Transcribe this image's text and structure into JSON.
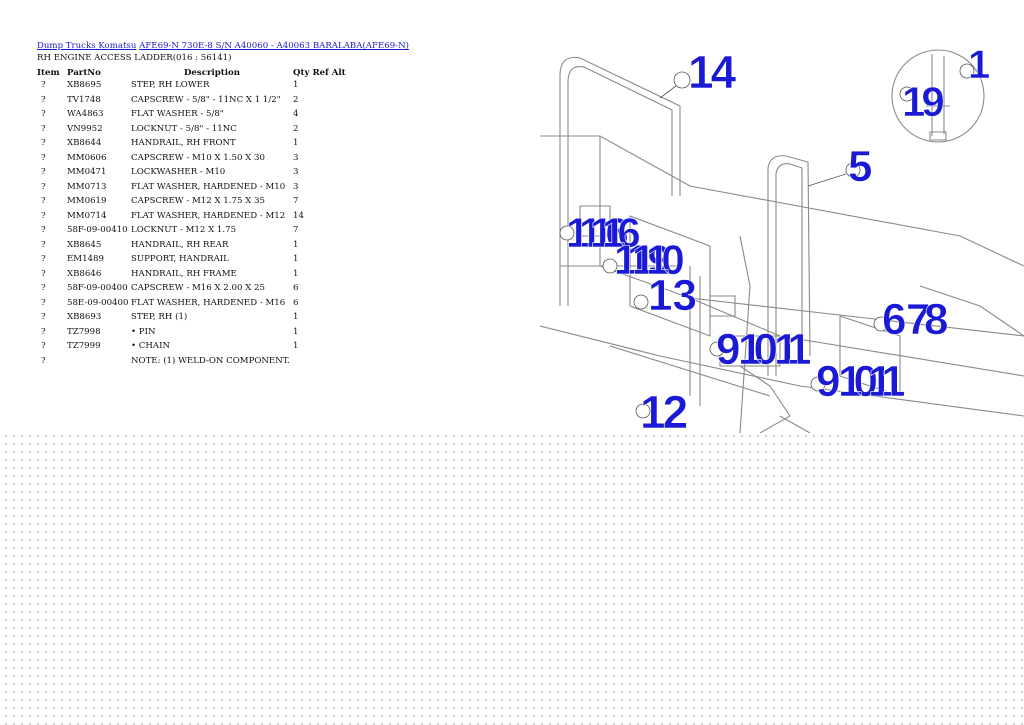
{
  "breadcrumb": {
    "link1": "Dump Trucks Komatsu",
    "link2": "AFE69-N 730E-8 S/N A40060 - A40063 BARALABA(AFE69-N)"
  },
  "subtitle": "RH ENGINE ACCESS LADDER(016 : 56141)",
  "table": {
    "headers": {
      "item": "Item",
      "partno": "PartNo",
      "description": "Description",
      "qty_ref_alt": "Qty Ref Alt"
    },
    "rows": [
      {
        "item": "?",
        "partno": "XB8695",
        "description": "STEP, RH LOWER",
        "qty": "1"
      },
      {
        "item": "?",
        "partno": "TV1748",
        "description": "CAPSCREW - 5/8\" - 11NC X 1 1/2\"",
        "qty": "2"
      },
      {
        "item": "?",
        "partno": "WA4863",
        "description": "FLAT WASHER - 5/8\"",
        "qty": "4"
      },
      {
        "item": "?",
        "partno": "VN9952",
        "description": "LOCKNUT - 5/8\" - 11NC",
        "qty": "2"
      },
      {
        "item": "?",
        "partno": "XB8644",
        "description": "HANDRAIL, RH FRONT",
        "qty": "1"
      },
      {
        "item": "?",
        "partno": "MM0606",
        "description": "CAPSCREW - M10 X 1.50 X 30",
        "qty": "3"
      },
      {
        "item": "?",
        "partno": "MM0471",
        "description": "LOCKWASHER - M10",
        "qty": "3"
      },
      {
        "item": "?",
        "partno": "MM0713",
        "description": "FLAT WASHER, HARDENED - M10",
        "qty": "3"
      },
      {
        "item": "?",
        "partno": "MM0619",
        "description": "CAPSCREW - M12 X 1.75 X 35",
        "qty": "7"
      },
      {
        "item": "?",
        "partno": "MM0714",
        "description": "FLAT WASHER, HARDENED - M12",
        "qty": "14"
      },
      {
        "item": "?",
        "partno": "58F-09-00410",
        "description": "LOCKNUT - M12 X 1.75",
        "qty": "7"
      },
      {
        "item": "?",
        "partno": "XB8645",
        "description": "HANDRAIL, RH REAR",
        "qty": "1"
      },
      {
        "item": "?",
        "partno": "EM1489",
        "description": "SUPPORT, HANDRAIL",
        "qty": "1"
      },
      {
        "item": "?",
        "partno": "XB8646",
        "description": "HANDRAIL, RH FRAME",
        "qty": "1"
      },
      {
        "item": "?",
        "partno": "58F-09-00400",
        "description": "CAPSCREW - M16 X 2.00 X 25",
        "qty": "6"
      },
      {
        "item": "?",
        "partno": "58E-09-00400",
        "description": "FLAT WASHER, HARDENED - M16",
        "qty": "6"
      },
      {
        "item": "?",
        "partno": "XB8693",
        "description": "STEP, RH (1)",
        "qty": "1"
      },
      {
        "item": "?",
        "partno": "TZ7998",
        "description": "• PIN",
        "qty": "1"
      },
      {
        "item": "?",
        "partno": "TZ7999",
        "description": "• CHAIN",
        "qty": "1"
      },
      {
        "item": "?",
        "partno": "",
        "description": "NOTE: (1) WELD-ON COMPONENT.",
        "qty": ""
      }
    ]
  },
  "diagram": {
    "callouts": [
      "14",
      "1",
      "19",
      "5",
      "11",
      "16",
      "15",
      "1",
      "11",
      "19",
      "10",
      "13",
      "6",
      "7",
      "8",
      "9",
      "10",
      "11",
      "9",
      "10",
      "11",
      "12"
    ],
    "line_color": "#8a8a8a",
    "callout_color": "#1a1ad6"
  }
}
